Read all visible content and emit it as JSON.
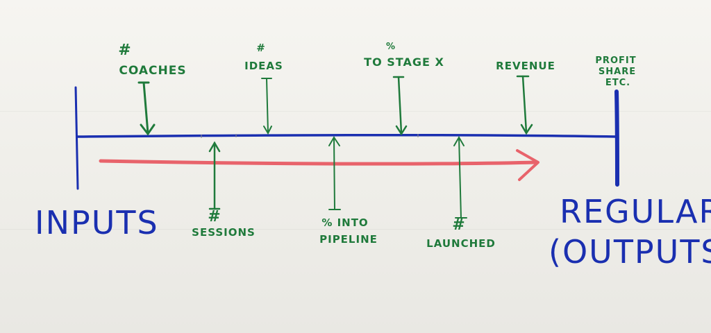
{
  "diagram": {
    "left_label": "INPUTS",
    "right_label_line1": "REGULAR",
    "right_label_line2": "(OUTPUTS)",
    "top_labels": [
      {
        "mark": "#",
        "text": "COACHES"
      },
      {
        "mark": "#",
        "text": "IDEAS"
      },
      {
        "mark": "%",
        "text": "TO STAGE X"
      },
      {
        "mark": "",
        "text": "REVENUE"
      }
    ],
    "corner_label_lines": [
      "PROFIT",
      "SHARE",
      "ETC."
    ],
    "bottom_labels": [
      {
        "mark": "#",
        "text": "SESSIONS"
      },
      {
        "mark": "",
        "text": "% INTO",
        "text2": "PIPELINE"
      },
      {
        "mark": "#",
        "text": "LAUNCHED"
      }
    ]
  },
  "colors": {
    "timeline": "#1a2fb0",
    "arrow": "#e8636b",
    "metrics": "#1f7a3b"
  }
}
